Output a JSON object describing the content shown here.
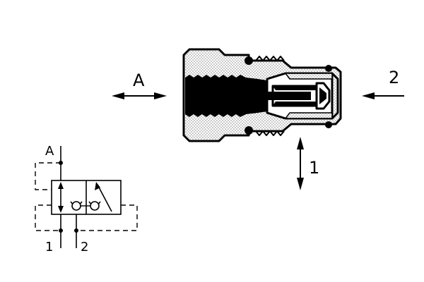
{
  "labels": {
    "port_a": "A",
    "port_2": "2",
    "port_1": "1",
    "symbol_a": "A",
    "symbol_1": "1",
    "symbol_2": "2"
  },
  "colors": {
    "ink": "#000000",
    "background": "#ffffff",
    "stipple": "#000000"
  }
}
